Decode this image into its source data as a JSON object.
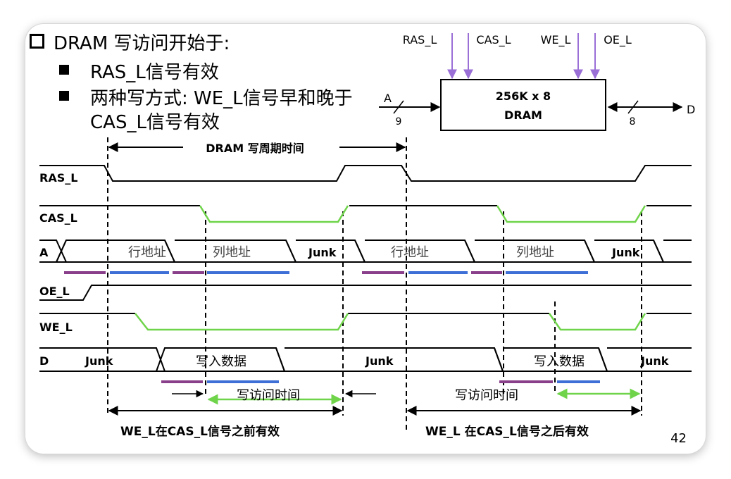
{
  "heading": {
    "title": "DRAM 写访问开始于:",
    "bullet1": "RAS_L信号有效",
    "bullet2_line1": "两种写方式: WE_L信号早和晚于",
    "bullet2_line2": "CAS_L信号有效"
  },
  "dram_block": {
    "line1": "256K x 8",
    "line2": "DRAM",
    "inputs": [
      "RAS_L",
      "CAS_L",
      "WE_L",
      "OE_L"
    ],
    "addr_label": "A",
    "addr_width": "9",
    "data_label": "D",
    "data_width": "8"
  },
  "timing": {
    "cycle_label": "DRAM 写周期时间",
    "signals": [
      "RAS_L",
      "CAS_L",
      "A",
      "OE_L",
      "WE_L",
      "D"
    ],
    "addr_row": "行地址",
    "addr_col": "列地址",
    "junk": "Junk",
    "write_data": "写入数据",
    "write_access_time": "写访问时间"
  },
  "captions": {
    "early": "WE_L在CAS_L信号之前有效",
    "late": "WE_L 在CAS_L信号之后有效"
  },
  "page_number": "42",
  "colors": {
    "green": "#6fd44a",
    "blue": "#3d6fd6",
    "purple": "#8a3f8a"
  }
}
